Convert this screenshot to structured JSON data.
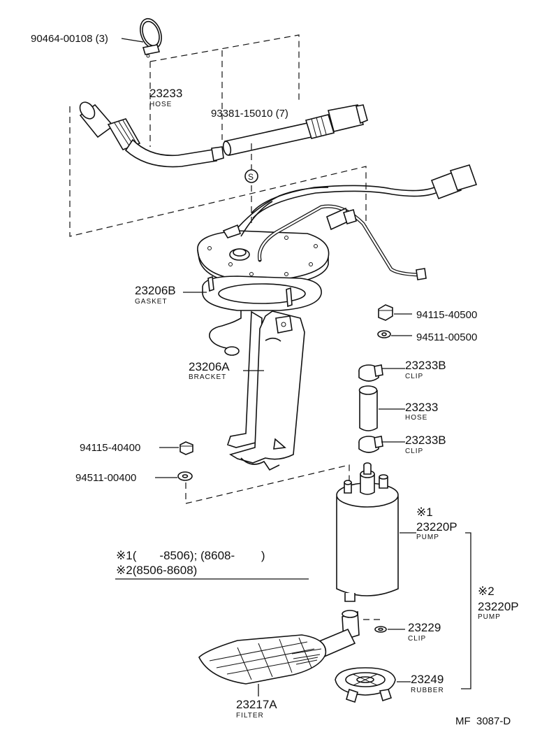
{
  "labels": {
    "band_90464": "90464-00108 (3)",
    "hose_top_num": "23233",
    "hose_top_sub": "HOSE",
    "hose_93381": "93381-15010 (7)",
    "s_mark": "S",
    "gasket_num": "23206B",
    "gasket_sub": "GASKET",
    "bracket_num": "23206A",
    "bracket_sub": "BRACKET",
    "nut_94115_40500": "94115-40500",
    "washer_94511_00500": "94511-00500",
    "clip_top_num": "23233B",
    "clip_top_sub": "CLIP",
    "hose_mid_num": "23233",
    "hose_mid_sub": "HOSE",
    "clip_bot_num": "23233B",
    "clip_bot_sub": "CLIP",
    "nut_94115_40400": "94115-40400",
    "washer_94511_00400": "94511-00400",
    "pump1_mark": "※1",
    "pump1_num": "23220P",
    "pump1_sub": "PUMP",
    "pump2_mark": "※2",
    "pump2_num": "23220P",
    "pump2_sub": "PUMP",
    "clip_23229_num": "23229",
    "clip_23229_sub": "CLIP",
    "rubber_num": "23249",
    "rubber_sub": "RUBBER",
    "filter_num": "23217A",
    "filter_sub": "FILTER",
    "note1": "※1(       -8506); (8608-        )",
    "note2": "※2(8506-8608)",
    "ref": "MF  3087-D"
  }
}
